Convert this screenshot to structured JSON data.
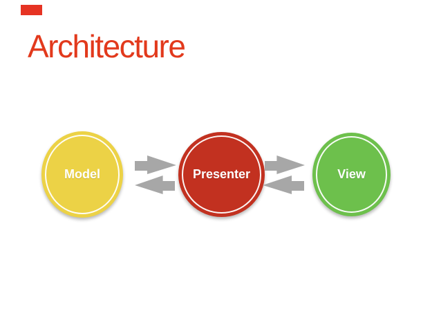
{
  "slide": {
    "title": "Architecture",
    "title_color": "#e2391c",
    "background_color": "#ffffff",
    "marker_color": "#e63323"
  },
  "diagram": {
    "arrow_color": "#a7a7a7",
    "nodes": [
      {
        "id": "model",
        "label": "Model",
        "fill": "#ecd246",
        "text_color": "#ffffff"
      },
      {
        "id": "presenter",
        "label": "Presenter",
        "fill": "#c23120",
        "text_color": "#ffffff"
      },
      {
        "id": "view",
        "label": "View",
        "fill": "#6dc04c",
        "text_color": "#ffffff"
      }
    ],
    "flows": [
      {
        "from": "Model",
        "to": "Presenter",
        "direction": "bidirectional"
      },
      {
        "from": "Presenter",
        "to": "View",
        "direction": "bidirectional"
      }
    ]
  }
}
